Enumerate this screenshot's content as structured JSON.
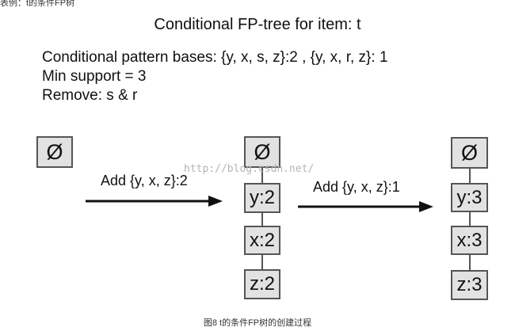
{
  "top_caption": "表例：t的条件FP树",
  "title": "Conditional FP-tree for item: t",
  "info": {
    "bases": "Conditional pattern bases: {y, x, s, z}:2 , {y, x, r, z}: 1",
    "min_support": "Min support  = 3",
    "remove": "Remove: s & r"
  },
  "trees": {
    "left": {
      "root": "Ø"
    },
    "middle": {
      "root": "Ø",
      "nodes": [
        "y:2",
        "x:2",
        "z:2"
      ]
    },
    "right": {
      "root": "Ø",
      "nodes": [
        "y:3",
        "x:3",
        "z:3"
      ]
    }
  },
  "arrows": {
    "first": "Add {y, x, z}:2",
    "second": "Add {y, x, z}:1"
  },
  "watermark": "http://blog.csdn.net/",
  "bottom_caption": "图8 t的条件FP树的创建过程",
  "colors": {
    "node_fill": "#e2e2e2",
    "node_border": "#555555",
    "arrow": "#111111"
  }
}
